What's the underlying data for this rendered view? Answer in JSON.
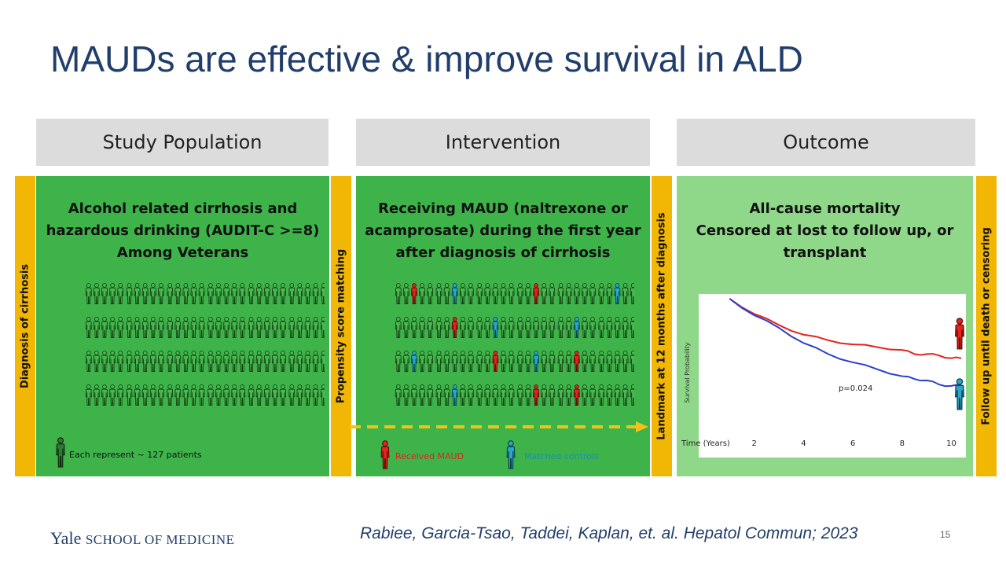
{
  "title": "MAUDs are effective & improve survival in ALD",
  "headers": {
    "study_population": "Study Population",
    "intervention": "Intervention",
    "outcome": "Outcome"
  },
  "side_labels": {
    "diagnosis": "Diagnosis of cirrhosis",
    "propensity": "Propensity score matching",
    "landmark": "Landmark at 12 months after diagnosis",
    "follow_up": "Follow up until death or censoring"
  },
  "study_population": {
    "lines": [
      "Alcohol related cirrhosis and",
      "hazardous drinking (AUDIT-C >=8)",
      "Among Veterans"
    ],
    "legend": "Each represent ~ 127 patients",
    "grid": {
      "rows": 4,
      "cols": 30
    }
  },
  "intervention": {
    "lines": [
      "Receiving MAUD (naltrexone or",
      "acamprosate) during the first year",
      "after diagnosis of cirrhosis"
    ],
    "legend_received": "Received MAUD",
    "legend_controls": "Matched controls",
    "grid": {
      "rows": 4,
      "cols": 30,
      "red": [
        [
          0,
          2
        ],
        [
          0,
          17
        ],
        [
          1,
          7
        ],
        [
          2,
          12
        ],
        [
          2,
          22
        ],
        [
          3,
          17
        ],
        [
          3,
          22
        ]
      ],
      "blue": [
        [
          0,
          7
        ],
        [
          0,
          27
        ],
        [
          1,
          12
        ],
        [
          1,
          22
        ],
        [
          2,
          2
        ],
        [
          2,
          17
        ],
        [
          3,
          7
        ]
      ]
    }
  },
  "outcome": {
    "lines": [
      "All-cause mortality",
      "Censored at lost to follow up, or",
      "transplant"
    ],
    "y_axis_label": "Survival Probability",
    "x_axis_label": "Time (Years)",
    "x_ticks": [
      "2",
      "4",
      "6",
      "8",
      "10"
    ],
    "p_value": "p=0.024"
  },
  "chart_data": {
    "type": "line",
    "title": "",
    "xlabel": "Time (Years)",
    "ylabel": "Survival Probability",
    "xlim": [
      0,
      10.4
    ],
    "ylim": [
      0,
      1
    ],
    "x_ticks": [
      2,
      4,
      6,
      8,
      10
    ],
    "grid": false,
    "series": [
      {
        "color": "#e3231c",
        "x": [
          1,
          2,
          3,
          4,
          5,
          6,
          7,
          8,
          8.5,
          9,
          9.5,
          10,
          10.4
        ],
        "y": [
          1.0,
          0.89,
          0.81,
          0.74,
          0.7,
          0.67,
          0.65,
          0.63,
          0.6,
          0.6,
          0.59,
          0.57,
          0.57
        ]
      },
      {
        "color": "#2c3ecf",
        "x": [
          1,
          2,
          3,
          4,
          5,
          6,
          7,
          8,
          8.5,
          9,
          9.5,
          10,
          10.4
        ],
        "y": [
          1.0,
          0.88,
          0.79,
          0.68,
          0.6,
          0.54,
          0.49,
          0.44,
          0.42,
          0.41,
          0.38,
          0.37,
          0.37
        ]
      }
    ],
    "annotations": [
      "p=0.024"
    ]
  },
  "colors": {
    "title": "#213e6b",
    "panel_green": "#3db34a",
    "outcome_green": "#8fd88a",
    "yellow": "#f2b705",
    "red": "#e3231c",
    "blue": "#2aa7c9",
    "header_gray": "#dcdcdc"
  },
  "footer": {
    "yale": "Yale",
    "school": "SCHOOL OF MEDICINE",
    "citation": "Rabiee, Garcia-Tsao, Taddei, Kaplan, et. al. Hepatol Commun; 2023",
    "page_number": "15"
  }
}
